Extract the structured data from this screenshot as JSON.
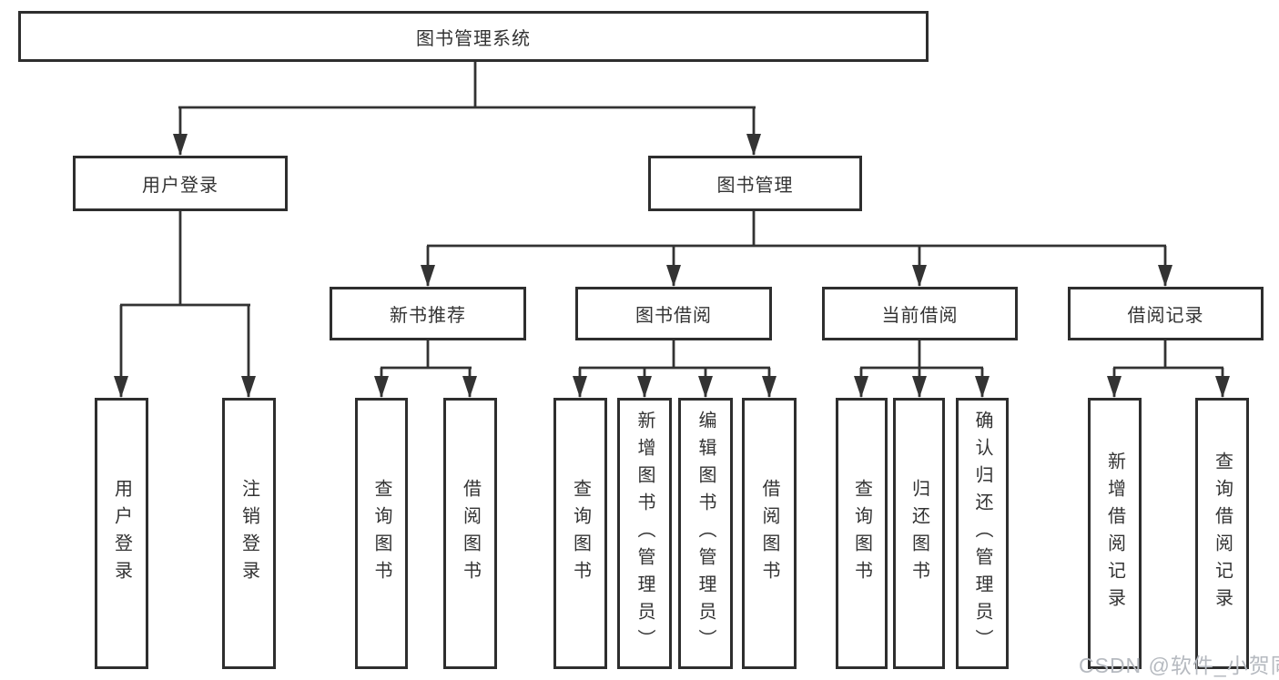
{
  "colors": {
    "line": "#333333",
    "box_border": "#2e2e2e",
    "box_fill": "#ffffff",
    "text": "#333333",
    "watermark": "#b6bac0",
    "background": "#ffffff"
  },
  "watermark": {
    "text": "CSDN @软件_小贺同学"
  },
  "tree": {
    "label": "图书管理系统",
    "children": [
      {
        "label": "用户登录",
        "children": [
          "用户登录",
          "注销登录"
        ]
      },
      {
        "label": "图书管理",
        "children": [
          {
            "label": "新书推荐",
            "children": [
              "查询图书",
              "借阅图书"
            ]
          },
          {
            "label": "图书借阅",
            "children": [
              "查询图书",
              "新增图书（管理员）",
              "编辑图书（管理员）",
              "借阅图书"
            ]
          },
          {
            "label": "当前借阅",
            "children": [
              "查询图书",
              "归还图书",
              "确认归还（管理员）"
            ]
          },
          {
            "label": "借阅记录",
            "children": [
              "新增借阅记录",
              "查询借阅记录"
            ]
          }
        ]
      }
    ]
  }
}
